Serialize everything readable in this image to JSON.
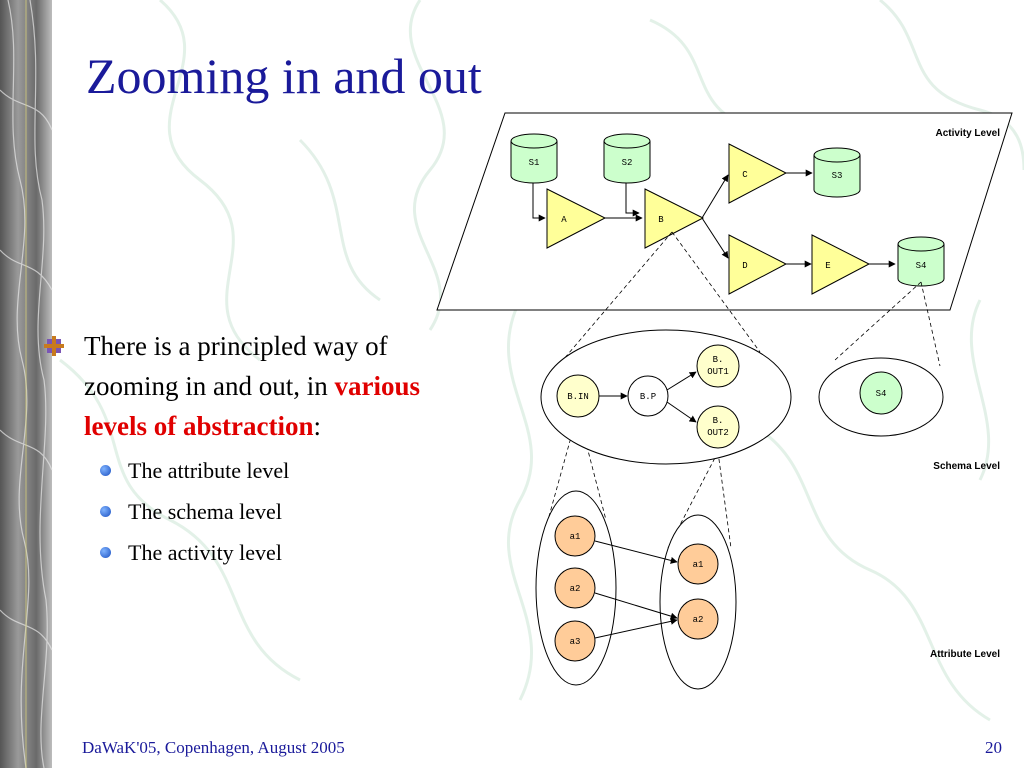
{
  "title": "Zooming in and out",
  "bullet": {
    "text_before": "There is a principled way of zooming in and out, in ",
    "highlight": "various levels of abstraction",
    "text_after": ":"
  },
  "sub_bullets": [
    "The attribute level",
    "The schema level",
    "The activity level"
  ],
  "footer": {
    "left": "DaWaK'05, Copenhagen, August 2005",
    "page": "20"
  },
  "diagram": {
    "level_labels": {
      "activity": "Activity Level",
      "schema": "Schema Level",
      "attribute": "Attribute Level"
    },
    "activity_nodes": {
      "s1": "S1",
      "s2": "S2",
      "a": "A",
      "b": "B",
      "c": "C",
      "s3": "S3",
      "d": "D",
      "e": "E",
      "s4": "S4"
    },
    "schema_nodes": {
      "b_in": "B.IN",
      "b_p": "B.P",
      "b_out1": [
        "B.",
        "OUT1"
      ],
      "b_out2": [
        "B.",
        "OUT2"
      ],
      "s4": "S4"
    },
    "attribute_nodes": {
      "left": [
        "a1",
        "a2",
        "a3"
      ],
      "right": [
        "a1",
        "a2"
      ]
    }
  },
  "colors": {
    "title": "#1a1a9a",
    "highlight": "#e00000",
    "recordset_fill": "#ccffcc",
    "activity_fill": "#ffff99",
    "schema_fill": "#ffffcc",
    "attribute_fill": "#ffcc99"
  }
}
